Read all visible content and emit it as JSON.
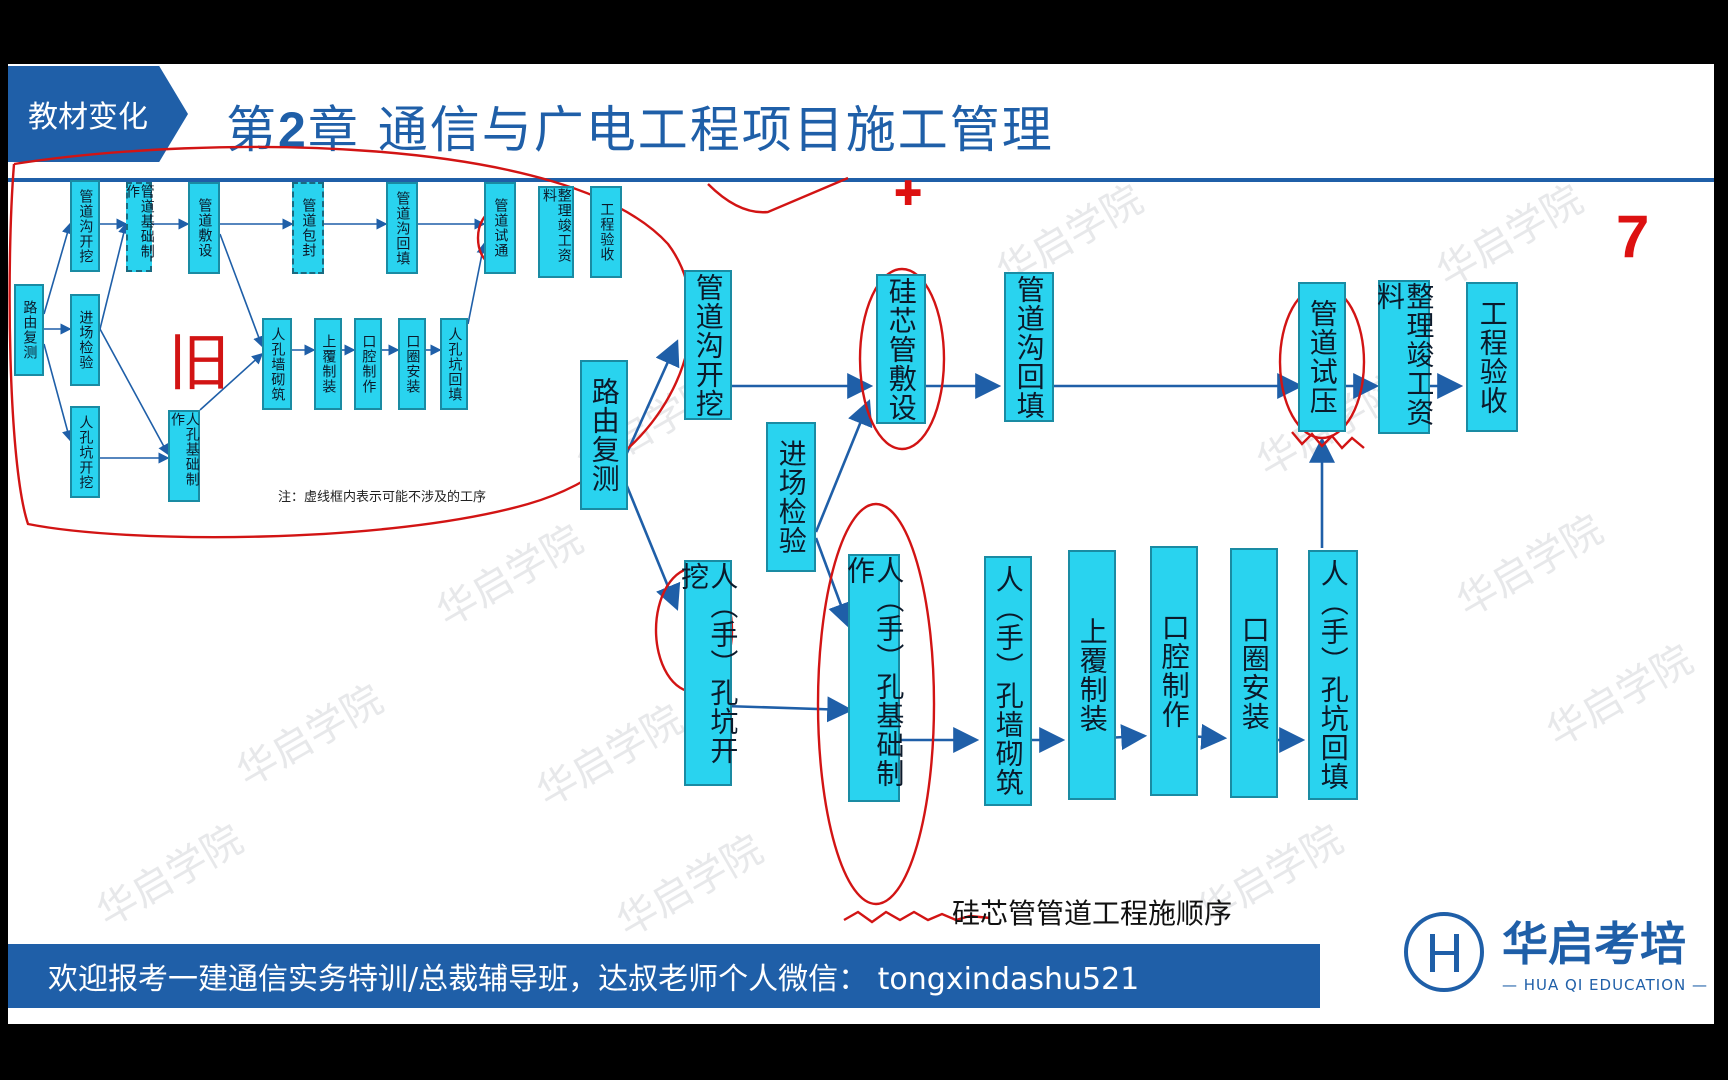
{
  "header": {
    "tag": "教材变化",
    "title_prefix": "第",
    "title_num": "2",
    "title_rest": "章 通信与广电工程项目施工管理"
  },
  "old_diagram": {
    "boxes": {
      "route_survey": "路由复测",
      "trench": "管道沟开挖",
      "base": "管道基础制作",
      "laying": "管道敷设",
      "wrap": "管道包封",
      "backfill": "管道沟回填",
      "test": "管道试通",
      "docs": "整理竣工资料",
      "accept": "工程验收",
      "inspect": "进场检验",
      "pit_dig": "人孔坑开挖",
      "mh_base": "人孔基础制作",
      "wall": "人孔墙砌筑",
      "cover": "上覆制装",
      "neck": "口腔制作",
      "ring": "口圈安装",
      "pit_fill": "人孔坑回填"
    },
    "note": "注：虚线框内表示可能不涉及的工序",
    "annotation": "旧"
  },
  "new_diagram": {
    "boxes": {
      "route_survey": "路由复测",
      "trench": "管道沟开挖",
      "inspect": "进场检验",
      "si_lay": "硅芯管敷设",
      "backfill": "管道沟回填",
      "pressure": "管道试压",
      "docs": "整理竣工资料",
      "accept": "工程验收",
      "pit_dig": "人（手）孔坑开挖",
      "mh_base": "人（手）孔基础制作",
      "wall": "人（手）孔墙砌筑",
      "cover": "上覆制装",
      "neck": "口腔制作",
      "ring": "口圈安装",
      "pit_fill": "人（手）孔坑回填"
    },
    "caption": "硅芯管管道工程施顺序",
    "annotation_number": "7",
    "annotation_plus": "✚"
  },
  "footer": {
    "banner": "欢迎报考一建通信实务特训/总裁辅导班，达叔老师个人微信： tongxindashu521",
    "brand_name": "华启考培",
    "brand_sub": "— HUA QI EDUCATION —"
  },
  "watermark": "华启学院",
  "colors": {
    "accent": "#1f5fa8",
    "box_fill": "#29d3ef",
    "annotation": "#d21414"
  }
}
